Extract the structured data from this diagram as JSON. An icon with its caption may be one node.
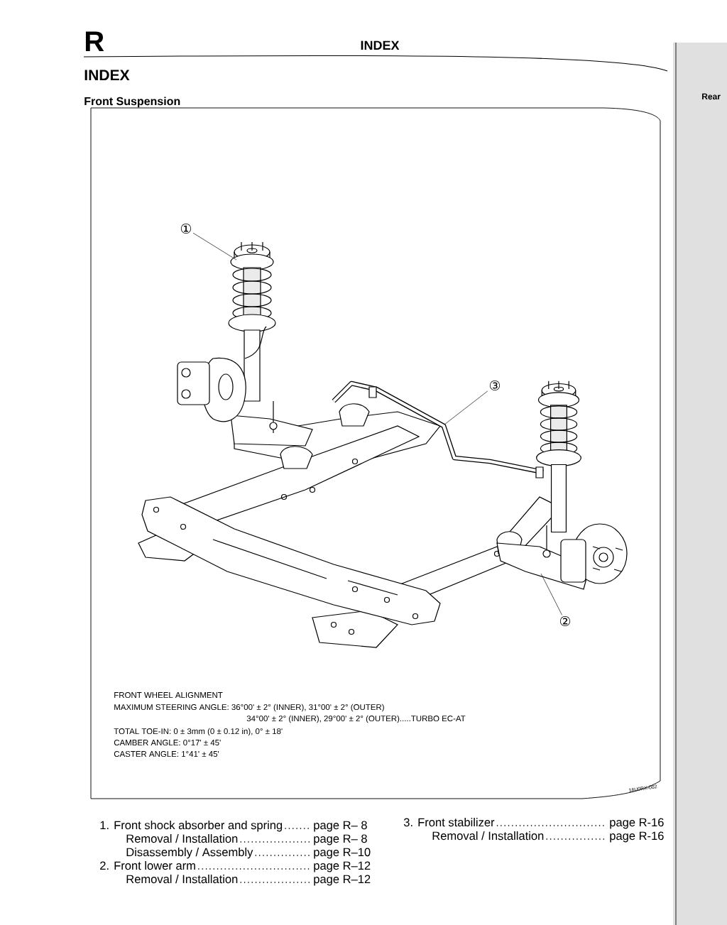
{
  "diagram": {
    "nodes": [
      {
        "text": [
          "①"
        ]
      },
      {
        "text": [
          "③"
        ]
      },
      {
        "text": [
          "②"
        ]
      }
    ],
    "edges": [
      {
        "from": 0,
        "to": null,
        "arrow": "none"
      },
      {
        "from": 1,
        "to": null,
        "arrow": "none"
      },
      {
        "from": 2,
        "to": null,
        "arrow": "none"
      }
    ],
    "labels": [
      "R",
      "INDEX",
      "INDEX",
      "Front Suspension",
      "Rear",
      "FRONT WHEEL ALIGNMENT",
      "MAXIMUM STEERING ANGLE: 36°00' ± 2° (INNER), 31°00' ± 2° (OUTER)",
      "34°00' ± 2° (INNER), 29°00' ± 2° (OUTER).....TURBO EC-AT",
      "TOTAL TOE-IN: 0 ± 3mm (0 ± 0.12 in), 0° ± 18'",
      "CAMBER ANGLE: 0°17' ± 45'",
      "CASTER ANGLE: 1°41' ± 45'",
      "16U0RX-002",
      "1. Front shock absorber and spring",
      "page R– 8",
      "3. Front stabilizer",
      "page R-16",
      "Removal / Installation",
      "page R– 8",
      "Removal / Installation",
      "page R-16",
      "Disassembly / Assembly",
      "page R–10",
      "2. Front lower arm",
      "page R–12",
      "Removal / Installation",
      "page R–12"
    ]
  }
}
